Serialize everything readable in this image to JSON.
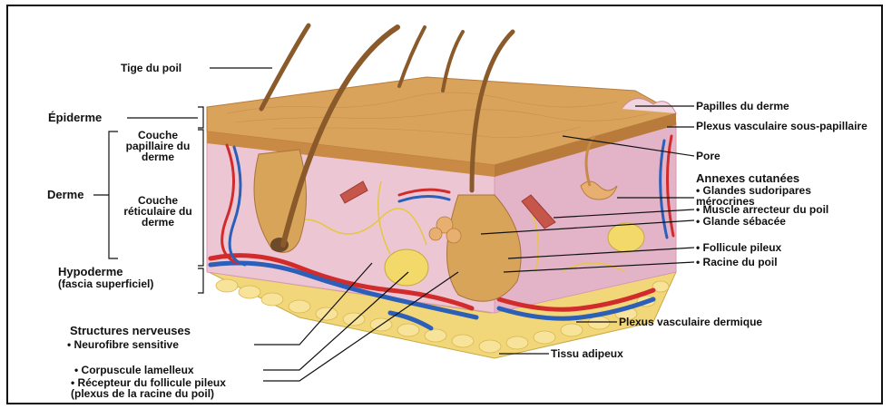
{
  "figure": {
    "labels": {
      "tige": "Tige du poil",
      "epiderme": "Épiderme",
      "couche_papillaire": "Couche papillaire du derme",
      "derme": "Derme",
      "couche_reticulaire": "Couche réticulaire du derme",
      "hypoderme": "Hypoderme",
      "fascia": "(fascia superficiel)",
      "structures_nerveuses": "Structures nerveuses",
      "neurofibre": "• Neurofibre sensitive",
      "corpuscule": "• Corpuscule lamelleux",
      "recepteur": "• Récepteur du follicule pileux (plexus de la racine du poil)",
      "papilles": "Papilles du derme",
      "plexus_sous": "Plexus vasculaire sous-papillaire",
      "pore": "Pore",
      "annexes": "Annexes cutanées",
      "glandes": "• Glandes sudoripares mérocrines",
      "muscle": "• Muscle arrecteur du poil",
      "glande_sebacee": "• Glande sébacée",
      "follicule": "• Follicule pileux",
      "racine": "• Racine du poil",
      "plexus_dermique": "Plexus vasculaire dermique",
      "tissu": "Tissu adipeux"
    },
    "colors": {
      "epidermis_top": "#d9a35c",
      "epidermis_side": "#c98a46",
      "dermis": "#ecc6d3",
      "dermis_edge": "#d79ab0",
      "fat": "#f2d77a",
      "artery": "#d22b2b",
      "vein": "#2c5fb8",
      "nerve": "#e6c640",
      "hair": "#8a5a2b"
    }
  }
}
